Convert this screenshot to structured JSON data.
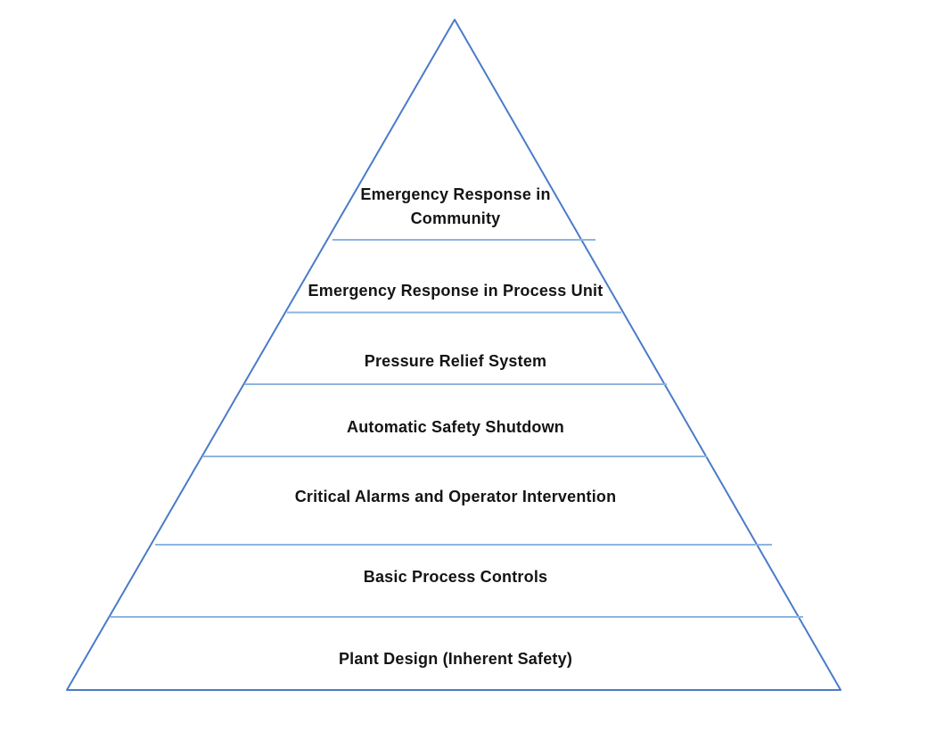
{
  "diagram": {
    "type": "pyramid",
    "subject": "layers-of-process-safety-protection",
    "colors": {
      "outline": "#4b7bc8",
      "divider": "#8db4e2",
      "text": "#141414",
      "background": "#ffffff"
    },
    "layers": [
      {
        "label": "Emergency Response in Community",
        "wrapped": "Emergency Response in\nCommunity"
      },
      {
        "label": "Emergency Response in Process Unit"
      },
      {
        "label": "Pressure Relief System"
      },
      {
        "label": "Automatic Safety Shutdown"
      },
      {
        "label": "Critical Alarms and Operator Intervention"
      },
      {
        "label": "Basic Process Controls"
      },
      {
        "label": "Plant Design (Inherent Safety)"
      }
    ]
  }
}
